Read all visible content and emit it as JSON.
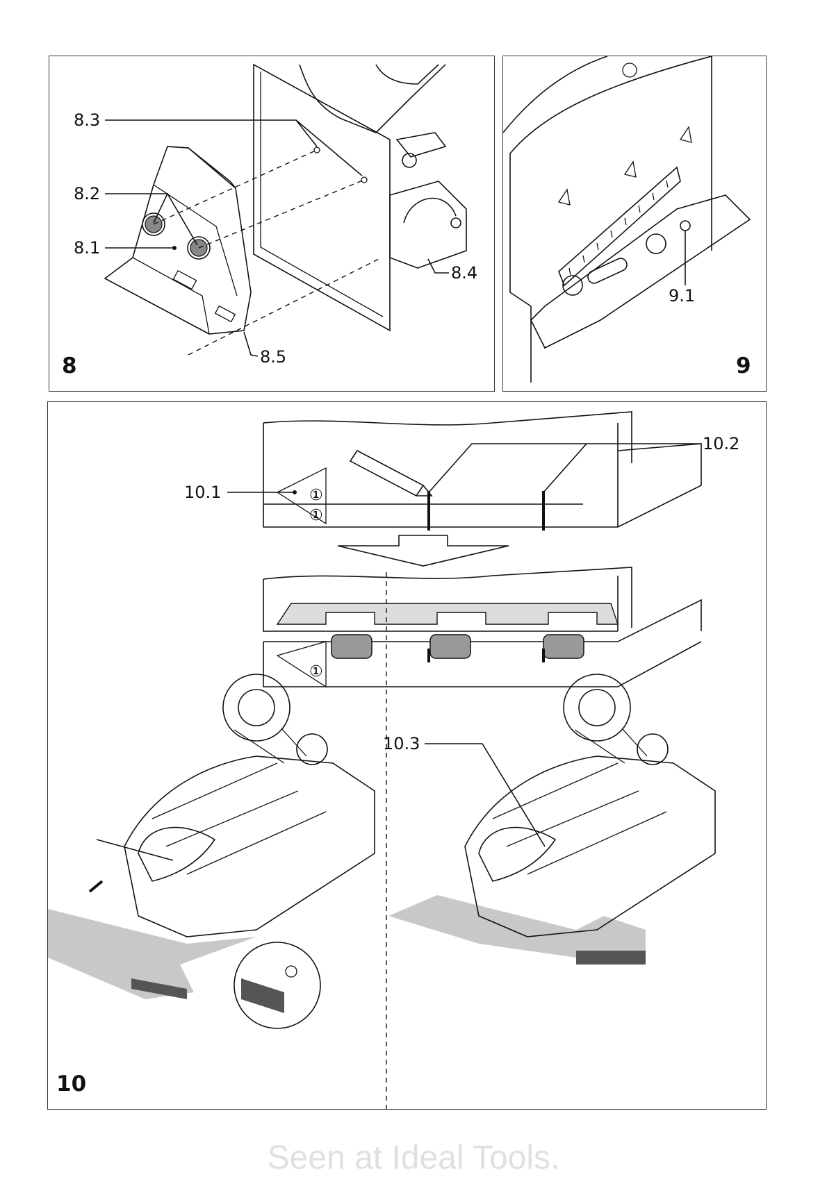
{
  "figures": {
    "fig8": {
      "number": "8",
      "callouts": [
        "8.3",
        "8.2",
        "8.1",
        "8.4",
        "8.5"
      ]
    },
    "fig9": {
      "number": "9",
      "callouts": [
        "9.1"
      ]
    },
    "fig10": {
      "number": "10",
      "callouts": [
        "10.1",
        "10.2",
        "10.3"
      ],
      "marker_glyph": "①"
    }
  },
  "watermark": "Seen at Ideal Tools."
}
